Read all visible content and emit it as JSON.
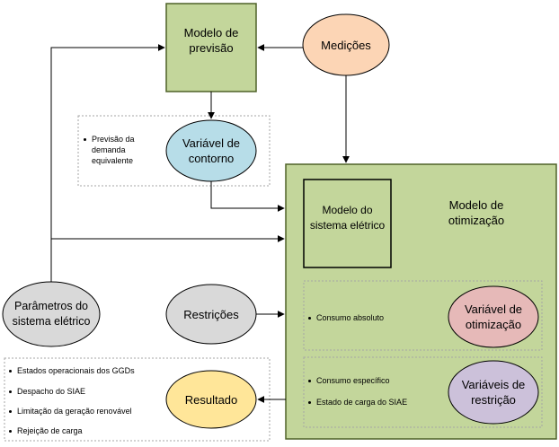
{
  "colors": {
    "green_fill": "#c3d69b",
    "green_stroke": "#4f6228",
    "orange_fill": "#fcd5b5",
    "blue_fill": "#b7dde8",
    "gray_fill": "#d9d9d9",
    "red_fill": "#e6b9b8",
    "purple_fill": "#ccc1da",
    "yellow_fill": "#ffe699",
    "dashed_border": "#a6a6a6",
    "arrow": "#000000"
  },
  "nodes": {
    "forecast_model": "Modelo de\nprevisão",
    "measurements": "Medições",
    "boundary_variable": "Variável de\ncontorno",
    "optimization_model": "Modelo de\notimização",
    "power_system_model": "Modelo do\nsistema elétrico",
    "parameters": "Parâmetros do\nsistema elétrico",
    "constraints": "Restrições",
    "optimization_variable": "Variável de\notimização",
    "result": "Resultado",
    "restriction_variables": "Variáveis de\nrestrição"
  },
  "forecast_box": {
    "items": [
      "Previsão da\ndemanda\nequivalente"
    ]
  },
  "consumption_box": {
    "items": [
      "Consumo absoluto"
    ]
  },
  "restriction_box": {
    "items": [
      "Consumo específico",
      "Estado de carga do SIAE"
    ]
  },
  "result_box": {
    "items": [
      "Estados operacionais dos GGDs",
      "Despacho do SIAE",
      "Limitação da geração renovável",
      "Rejeição de carga"
    ]
  }
}
